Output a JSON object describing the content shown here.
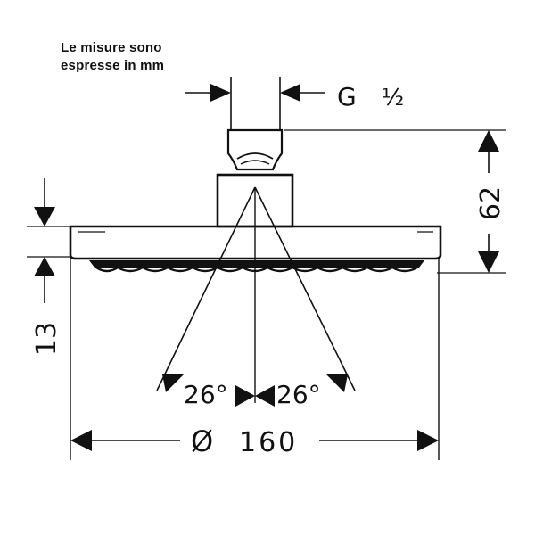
{
  "note": {
    "line1": "Le misure sono",
    "line2": "espresse in mm"
  },
  "dimensions": {
    "thread_letter": "G",
    "thread_size": "½",
    "height_total": "62",
    "plate_thickness": "13",
    "spray_angle_left": "26°",
    "spray_angle_right": "26°",
    "diameter_symbol": "Ø",
    "diameter_value": "160"
  },
  "colors": {
    "line": "#111111",
    "background": "#ffffff"
  }
}
